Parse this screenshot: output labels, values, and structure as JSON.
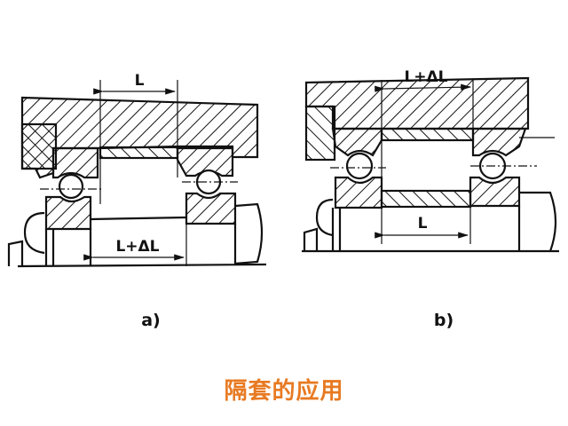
{
  "figure_a": {
    "label": "a)",
    "dim_top": "L",
    "dim_bottom": "L+ΔL"
  },
  "figure_b": {
    "label": "b)",
    "dim_top": "L+ΔL",
    "dim_bottom": "L"
  },
  "caption": "隔套的应用",
  "colors": {
    "caption": "#e87a22",
    "line": "#111111"
  }
}
